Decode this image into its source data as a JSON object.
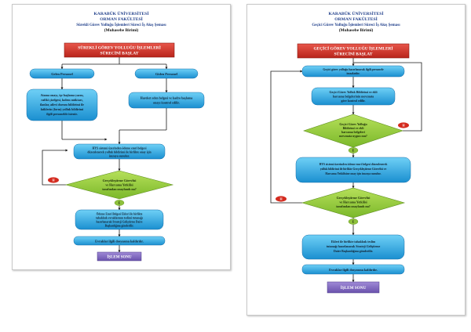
{
  "left": {
    "header": {
      "university": "KARABÜK ÜNİVERSİTESİ",
      "faculty": "ORMAN FAKÜLTESİ",
      "process": "Sürekli Görev Yolluğu İşlemleri Süreci İş Akış Şeması",
      "unit": "(Muhasebe Birimi)"
    },
    "start": [
      "SÜREKLİ GÖREV YOLLUĞU İŞLEMLERİ",
      "SÜRECİNİ BAŞLAT"
    ],
    "branch_a": "Gelen Personel",
    "branch_b": "Giden Personel",
    "box_a": [
      "Atama onayı, işe başlama yazısı,",
      "rafiki çizelgesi, kıdem müktarı,",
      "ilanlar, ailevi durum bildirimi ile",
      "faiklerin (form) yolluk bildirimi",
      "ilgili personelde istenir."
    ],
    "box_b": [
      "Hareket eden belgesi ve kadro başlama",
      "onayı kontrol edilir."
    ],
    "hys": [
      "HYS sistemi üzerinden ödeme emri belgesi",
      "düzenlenerek yolluk bildirimi ile birlikte onay için",
      "imzaya sunulur."
    ],
    "decision": [
      "Gerçekleştirme Görevlisi",
      "ve Harcama Yetkilisi",
      "tarafından onaylandı mı?"
    ],
    "no_label": "H",
    "yes_label": "E",
    "send": [
      "Ödeme Emri Belgesi Ekleri ile birlikte",
      "tahakkuk evraklarının teslimi tutanağı",
      "hazırlanarak Strateji Geliştirme Daire",
      "Başkanlığına gönderilir."
    ],
    "archive": "Evraklar ilgili dosyasına kaldırılır.",
    "end": "İŞLEM SONU"
  },
  "right": {
    "header": {
      "university": "KARABÜK ÜNİVERSİTESİ",
      "faculty": "ORMAN FAKÜLTESİ",
      "process": "Geçici Görev Yolluğu İşlemleri Süreci İş Akış Şeması",
      "unit": "(Muhasebe Birimi)"
    },
    "start": [
      "GEÇİCİ GÖREV YOLLUĞU İŞLEMLERİ",
      "SÜRECİNİ BAŞLAT"
    ],
    "step1": [
      "Geçici görev yolluğu hazırlanarak ilgili personele",
      "imzalatılır."
    ],
    "step2": [
      "Geçici Görev Yolluk Bildirimi ve ekli",
      "harcama belgelerinin mevzuata",
      "göre kontrol edilir."
    ],
    "decision1": [
      "Geçici Görev Yolluğu",
      "Bildirimi ve ekli",
      "harcama belgeleri",
      "mevzuata uygun mu?"
    ],
    "hys": [
      "HYS sistemi üzerinden ödeme emri belgesi düzenlenerek",
      "yolluk bildirimi ile birlikte Gerçekleştirme Görevlisi ve",
      "Harcama Yetkilisine onay için imzaya sunulur."
    ],
    "decision2": [
      "Gerçekleştirme Görevlisi",
      "ve Harcama Yetkilisi",
      "tarafından onaylandı mı?"
    ],
    "no_label": "H",
    "yes_label": "E",
    "send": [
      "Ekleri ile birlikte tahakkuk teslim",
      "tutanağı hazırlanarak Strateji Geliştirme",
      "Daire Başkanlığına gönderilir."
    ],
    "archive": "Evraklar ilgili dosyasına kaldırılır.",
    "end": "İŞLEM SONU"
  }
}
